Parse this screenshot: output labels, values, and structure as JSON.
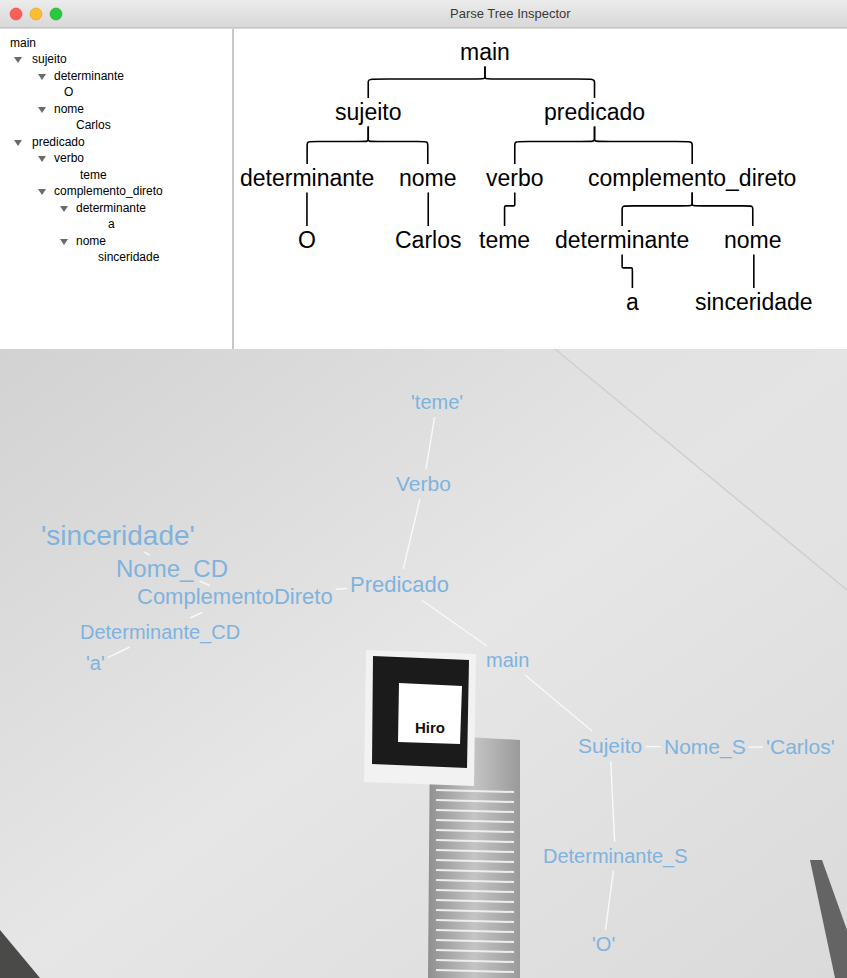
{
  "diagram": {
    "title": "Parse Tree Inspector",
    "nodes": [
      {
        "text": [
          "main"
        ]
      },
      {
        "text": [
          "sujeito"
        ]
      },
      {
        "text": [
          "predicado"
        ]
      },
      {
        "text": [
          "determinante"
        ]
      },
      {
        "text": [
          "nome"
        ]
      },
      {
        "text": [
          "verbo"
        ]
      },
      {
        "text": [
          "complemento_direto"
        ]
      },
      {
        "text": [
          "O"
        ]
      },
      {
        "text": [
          "Carlos"
        ]
      },
      {
        "text": [
          "teme"
        ]
      },
      {
        "text": [
          "determinante"
        ]
      },
      {
        "text": [
          "nome"
        ]
      },
      {
        "text": [
          "a"
        ]
      },
      {
        "text": [
          "sinceridade"
        ]
      },
      {
        "text": [
          "'teme'"
        ]
      },
      {
        "text": [
          "'sinceridade'"
        ]
      },
      {
        "text": [
          "Verbo"
        ]
      },
      {
        "text": [
          "Nome_CD"
        ]
      },
      {
        "text": [
          "ComplementoDireto"
        ]
      },
      {
        "text": [
          "Predicado"
        ]
      },
      {
        "text": [
          "Determinante_CD"
        ]
      },
      {
        "text": [
          "'a'"
        ]
      },
      {
        "text": [
          "main"
        ]
      },
      {
        "text": [
          "Sujeito"
        ]
      },
      {
        "text": [
          "Nome_S"
        ]
      },
      {
        "text": [
          "'Carlos'"
        ]
      },
      {
        "text": [
          "Determinante_S"
        ]
      },
      {
        "text": [
          "'O'"
        ]
      }
    ],
    "edges": [
      {
        "from": 0,
        "to": 1,
        "arrow": "none"
      },
      {
        "from": 0,
        "to": 2,
        "arrow": "none"
      },
      {
        "from": 1,
        "to": 3,
        "arrow": "none"
      },
      {
        "from": 1,
        "to": 4,
        "arrow": "none"
      },
      {
        "from": 2,
        "to": 5,
        "arrow": "none"
      },
      {
        "from": 2,
        "to": 6,
        "arrow": "none"
      },
      {
        "from": 3,
        "to": 7,
        "arrow": "none"
      },
      {
        "from": 4,
        "to": 8,
        "arrow": "none"
      },
      {
        "from": 5,
        "to": 9,
        "arrow": "none"
      },
      {
        "from": 6,
        "to": 10,
        "arrow": "none"
      },
      {
        "from": 6,
        "to": 11,
        "arrow": "none"
      },
      {
        "from": 10,
        "to": 12,
        "arrow": "none"
      },
      {
        "from": 11,
        "to": 13,
        "arrow": "none"
      },
      {
        "from": 22,
        "to": 19,
        "arrow": "none"
      },
      {
        "from": 19,
        "to": 16,
        "arrow": "none"
      },
      {
        "from": 16,
        "to": 14,
        "arrow": "none"
      },
      {
        "from": 19,
        "to": 18,
        "arrow": "none"
      },
      {
        "from": 18,
        "to": 17,
        "arrow": "none"
      },
      {
        "from": 17,
        "to": 15,
        "arrow": "none"
      },
      {
        "from": 18,
        "to": 20,
        "arrow": "none"
      },
      {
        "from": 20,
        "to": 21,
        "arrow": "none"
      },
      {
        "from": 22,
        "to": 23,
        "arrow": "none"
      },
      {
        "from": 23,
        "to": 24,
        "arrow": "none"
      },
      {
        "from": 24,
        "to": 25,
        "arrow": "none"
      },
      {
        "from": 23,
        "to": 26,
        "arrow": "none"
      },
      {
        "from": 26,
        "to": 27,
        "arrow": "none"
      }
    ],
    "labels": [
      "main",
      "sujeito",
      "determinante",
      "O",
      "nome",
      "Carlos",
      "predicado",
      "verbo",
      "teme",
      "complemento_direto",
      "determinante",
      "a",
      "nome",
      "sinceridade",
      "Hiro"
    ]
  }
}
